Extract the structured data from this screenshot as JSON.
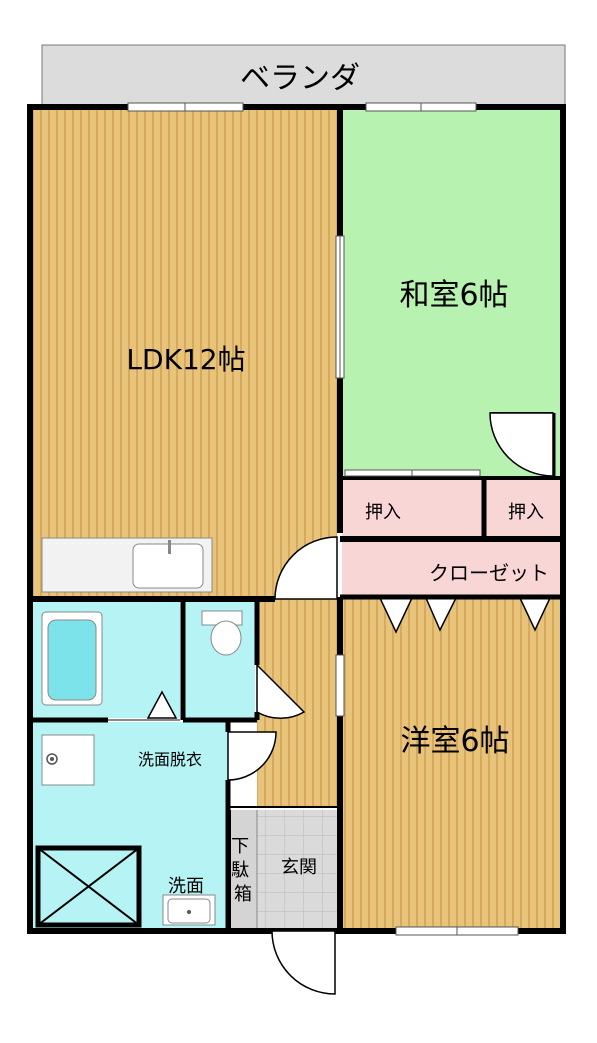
{
  "labels": {
    "veranda": "ベランダ",
    "ldk": "LDK12帖",
    "washitsu": "和室6帖",
    "oshiire1": "押入",
    "oshiire2": "押入",
    "closet": "クローゼット",
    "youshitsu": "洋室6帖",
    "senmen_datsui": "洗面脱衣",
    "genkan": "玄関",
    "getabako": "下駄箱",
    "senmen": "洗面"
  },
  "colors": {
    "wall": "#000000",
    "veranda": "#dcdcdc",
    "wood_floor": "#e8c37a",
    "wood_stripe": "#d4a559",
    "tatami": "#b8f2b0",
    "storage": "#f9d6d6",
    "wet_area": "#b6f3f5",
    "bathtub": "#7de3ea",
    "entrance_tile": "#d9d9d9",
    "fixture": "#f2f2f2"
  }
}
